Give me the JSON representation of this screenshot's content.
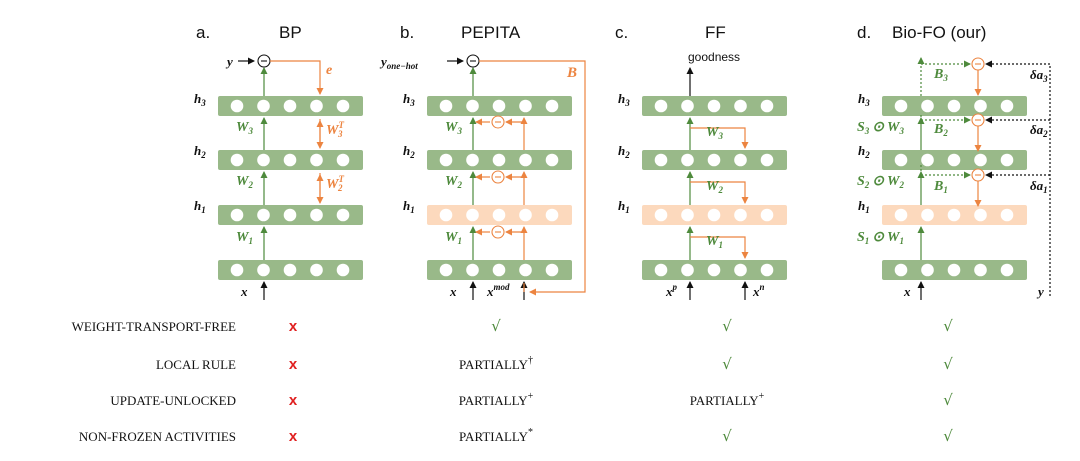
{
  "panels": [
    {
      "letter": "a.",
      "title": "BP"
    },
    {
      "letter": "b.",
      "title": "PEPITA"
    },
    {
      "letter": "c.",
      "title": "FF"
    },
    {
      "letter": "d.",
      "title": "Bio-FO (our)"
    }
  ],
  "labels": {
    "y": "y",
    "e": "e",
    "h1": "h",
    "h1_sub": "1",
    "h2": "h",
    "h2_sub": "2",
    "h3": "h",
    "h3_sub": "3",
    "x": "x",
    "W": "W",
    "T": "T",
    "sub1": "1",
    "sub2": "2",
    "sub3": "3",
    "y_onehot": "y",
    "y_onehot_sub": "one−hot",
    "B": "B",
    "x_mod_sup": "mod",
    "goodness": "goodness",
    "x_p_sup": "p",
    "x_n_sup": "n",
    "S": "S",
    "odot": "⊙",
    "delta_a": "δa",
    "minus": "−"
  },
  "rows": [
    {
      "name": "WEIGHT-TRANSPORT-FREE",
      "bp": "x",
      "pepita": "√",
      "pepita_mark": "",
      "ff": "√",
      "ff_mark": "",
      "biofo": "√"
    },
    {
      "name": "LOCAL RULE",
      "bp": "x",
      "pepita": "PARTIALLY",
      "pepita_mark": "†",
      "ff": "√",
      "ff_mark": "",
      "biofo": "√"
    },
    {
      "name": "UPDATE-UNLOCKED",
      "bp": "x",
      "pepita": "PARTIALLY",
      "pepita_mark": "+",
      "ff": "PARTIALLY",
      "ff_mark": "+",
      "biofo": "√"
    },
    {
      "name": "NON-FROZEN ACTIVITIES",
      "bp": "x",
      "pepita": "PARTIALLY",
      "pepita_mark": "*",
      "ff": "√",
      "ff_mark": "",
      "biofo": "√"
    }
  ],
  "colors": {
    "green_fill": "#99b989",
    "green_text": "#4e8a3c",
    "orange": "#ec8440",
    "orange_fill": "#fcd9bd",
    "red": "#e02020"
  }
}
